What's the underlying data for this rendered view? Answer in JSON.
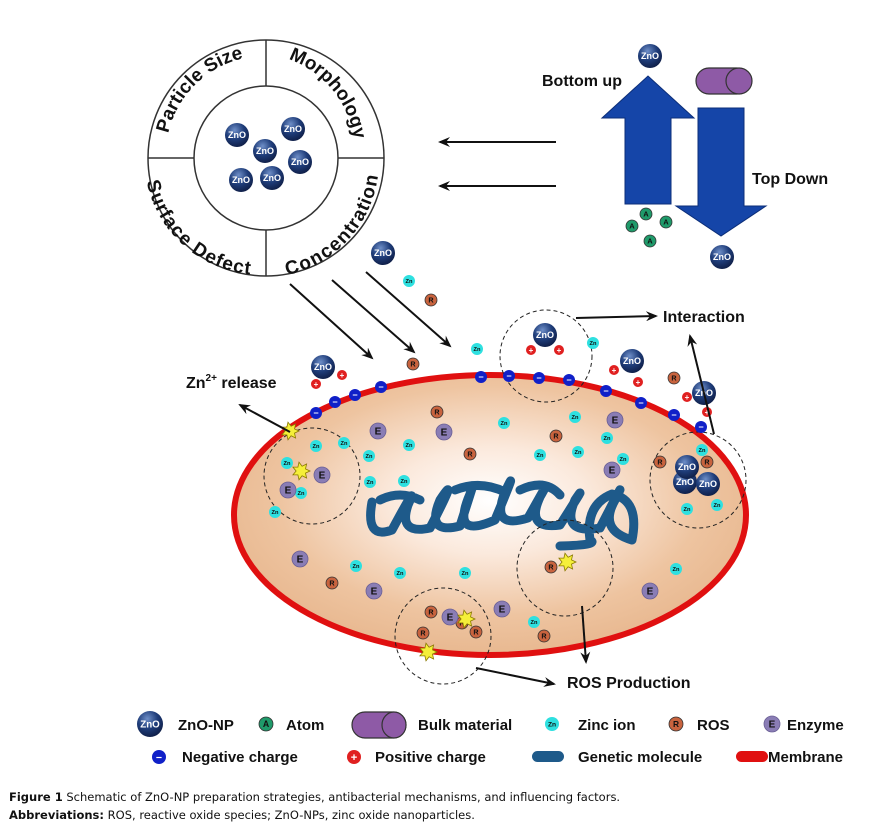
{
  "figure": {
    "factors_wheel": {
      "segments": [
        "Particle Size",
        "Morphology",
        "Surface Defect",
        "Concentration"
      ],
      "center_particle_label": "ZnO",
      "center_particle_count": 6
    },
    "preparation": {
      "bottom_up_label": "Bottom up",
      "top_down_label": "Top Down",
      "atom_label": "A",
      "atom_count": 4,
      "product_label": "ZnO"
    },
    "mechanisms": {
      "zn_release_label": "Zn",
      "zn_release_superscript": "2+",
      "zn_release_suffix": " release",
      "interaction_label": "Interaction",
      "ros_production_label": "ROS Production"
    },
    "glyphs": {
      "zno": "ZnO",
      "zinc_ion": "Zn",
      "ros": "R",
      "enzyme": "E",
      "atom": "A",
      "neg": "−",
      "pos": "+"
    },
    "legend": {
      "row1": [
        {
          "icon": "zno-np-icon",
          "label": "ZnO-NP"
        },
        {
          "icon": "atom-icon",
          "label": "Atom"
        },
        {
          "icon": "bulk-material-icon",
          "label": "Bulk material"
        },
        {
          "icon": "zinc-ion-icon",
          "label": "Zinc ion"
        },
        {
          "icon": "ros-icon",
          "label": "ROS"
        },
        {
          "icon": "enzyme-icon",
          "label": "Enzyme"
        }
      ],
      "row2": [
        {
          "icon": "negative-charge-icon",
          "label": "Negative charge"
        },
        {
          "icon": "positive-charge-icon",
          "label": "Positive charge"
        },
        {
          "icon": "genetic-molecule-icon",
          "label": "Genetic molecule"
        },
        {
          "icon": "membrane-icon",
          "label": "Membrane"
        }
      ]
    },
    "colors": {
      "zno": "#1f3d7a",
      "arrow_blue": "#1545a8",
      "atom": "#1f9a6a",
      "bulk": "#8e5aa6",
      "zinc_ion": "#2ee0e0",
      "ros": "#c8633e",
      "enzyme": "#8a7db5",
      "neg": "#1020c8",
      "pos": "#e02020",
      "dna": "#1e5a8a",
      "membrane": "#e01010",
      "cytoplasm": "#eec4a0"
    }
  },
  "caption": {
    "figure_label": "Figure 1",
    "figure_text": " Schematic of ZnO-NP preparation strategies, antibacterial mechanisms, and influencing factors.",
    "abbrev_label": "Abbreviations:",
    "abbrev_text": " ROS, reactive oxide species; ZnO-NPs, zinc oxide nanoparticles."
  }
}
